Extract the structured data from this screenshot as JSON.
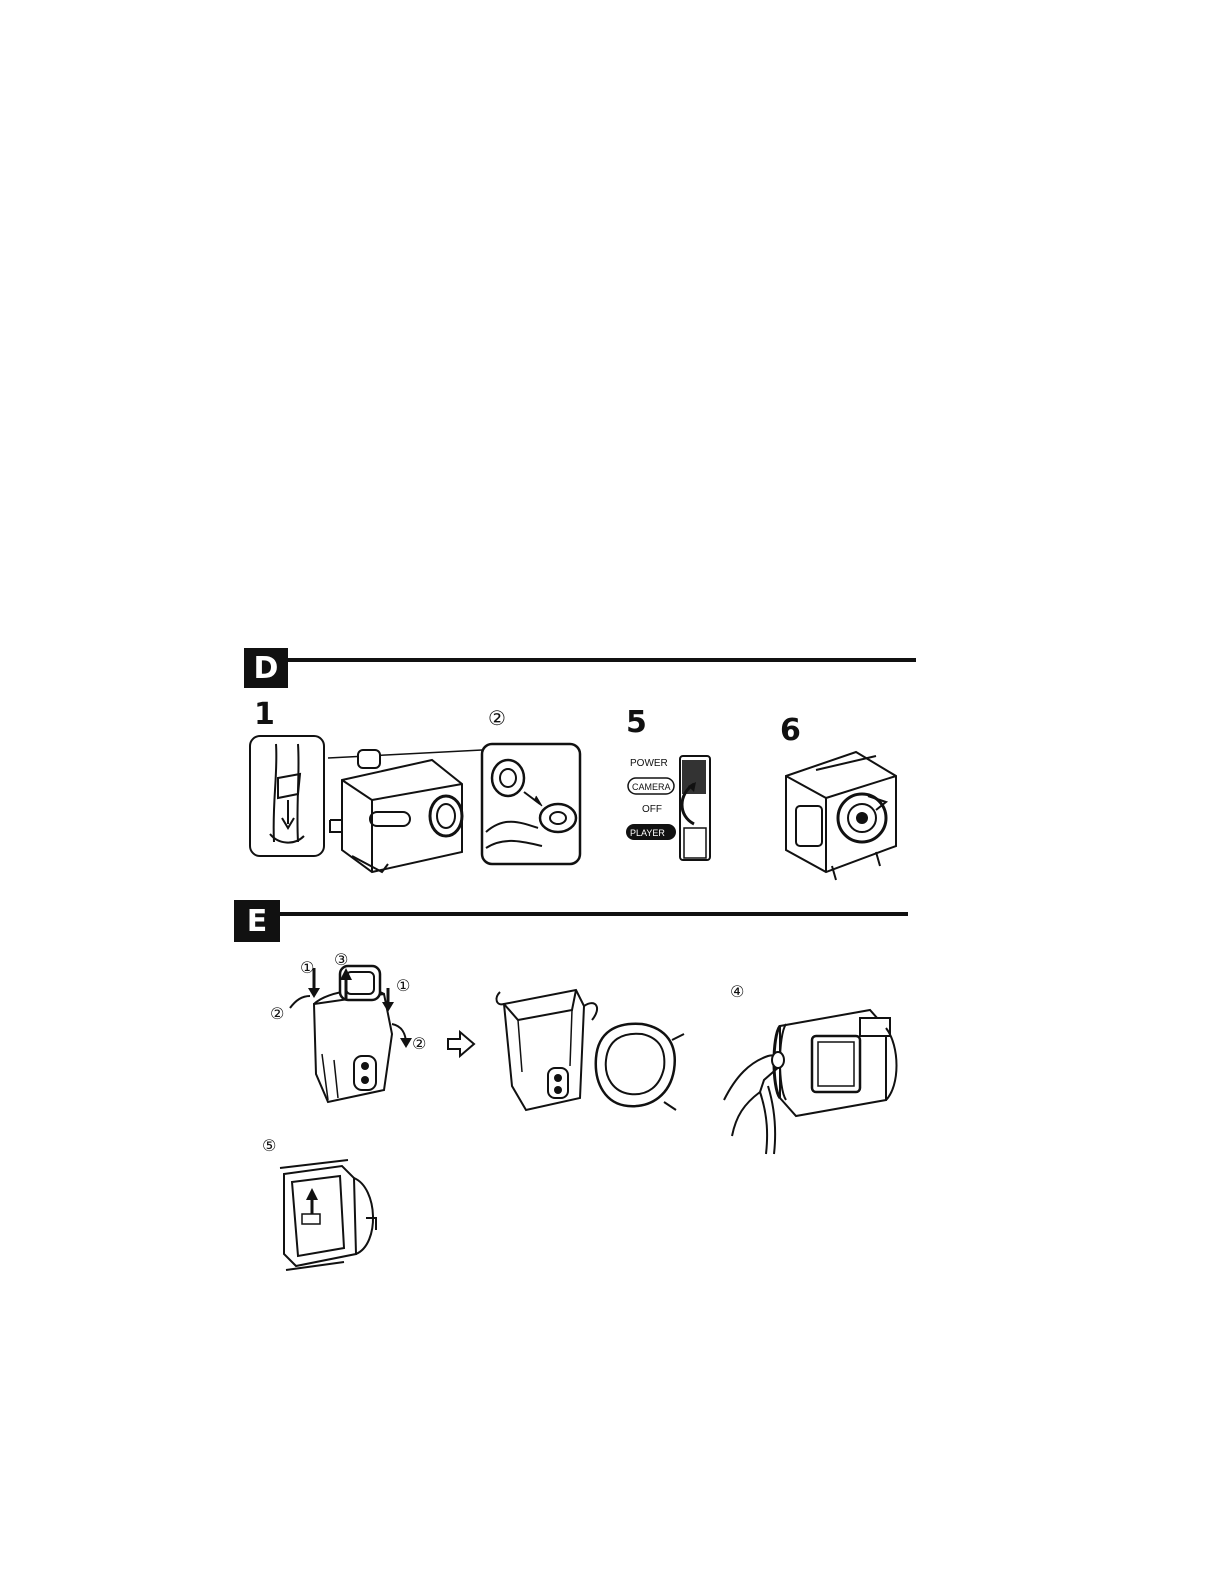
{
  "sections": {
    "d": {
      "label": "D",
      "steps": {
        "step1": "1",
        "sub2": "②",
        "step5": "5",
        "step6": "6"
      },
      "power_switch": {
        "title": "POWER",
        "camera": "CAMERA",
        "off": "OFF",
        "player": "PLAYER"
      }
    },
    "e": {
      "label": "E",
      "markers": {
        "m1a": "①",
        "m3": "③",
        "m1b": "①",
        "m2a": "②",
        "m2b": "②",
        "m4": "④",
        "m5": "⑤"
      }
    }
  },
  "icons": {
    "arrow": "hollow-right-arrow-icon"
  }
}
